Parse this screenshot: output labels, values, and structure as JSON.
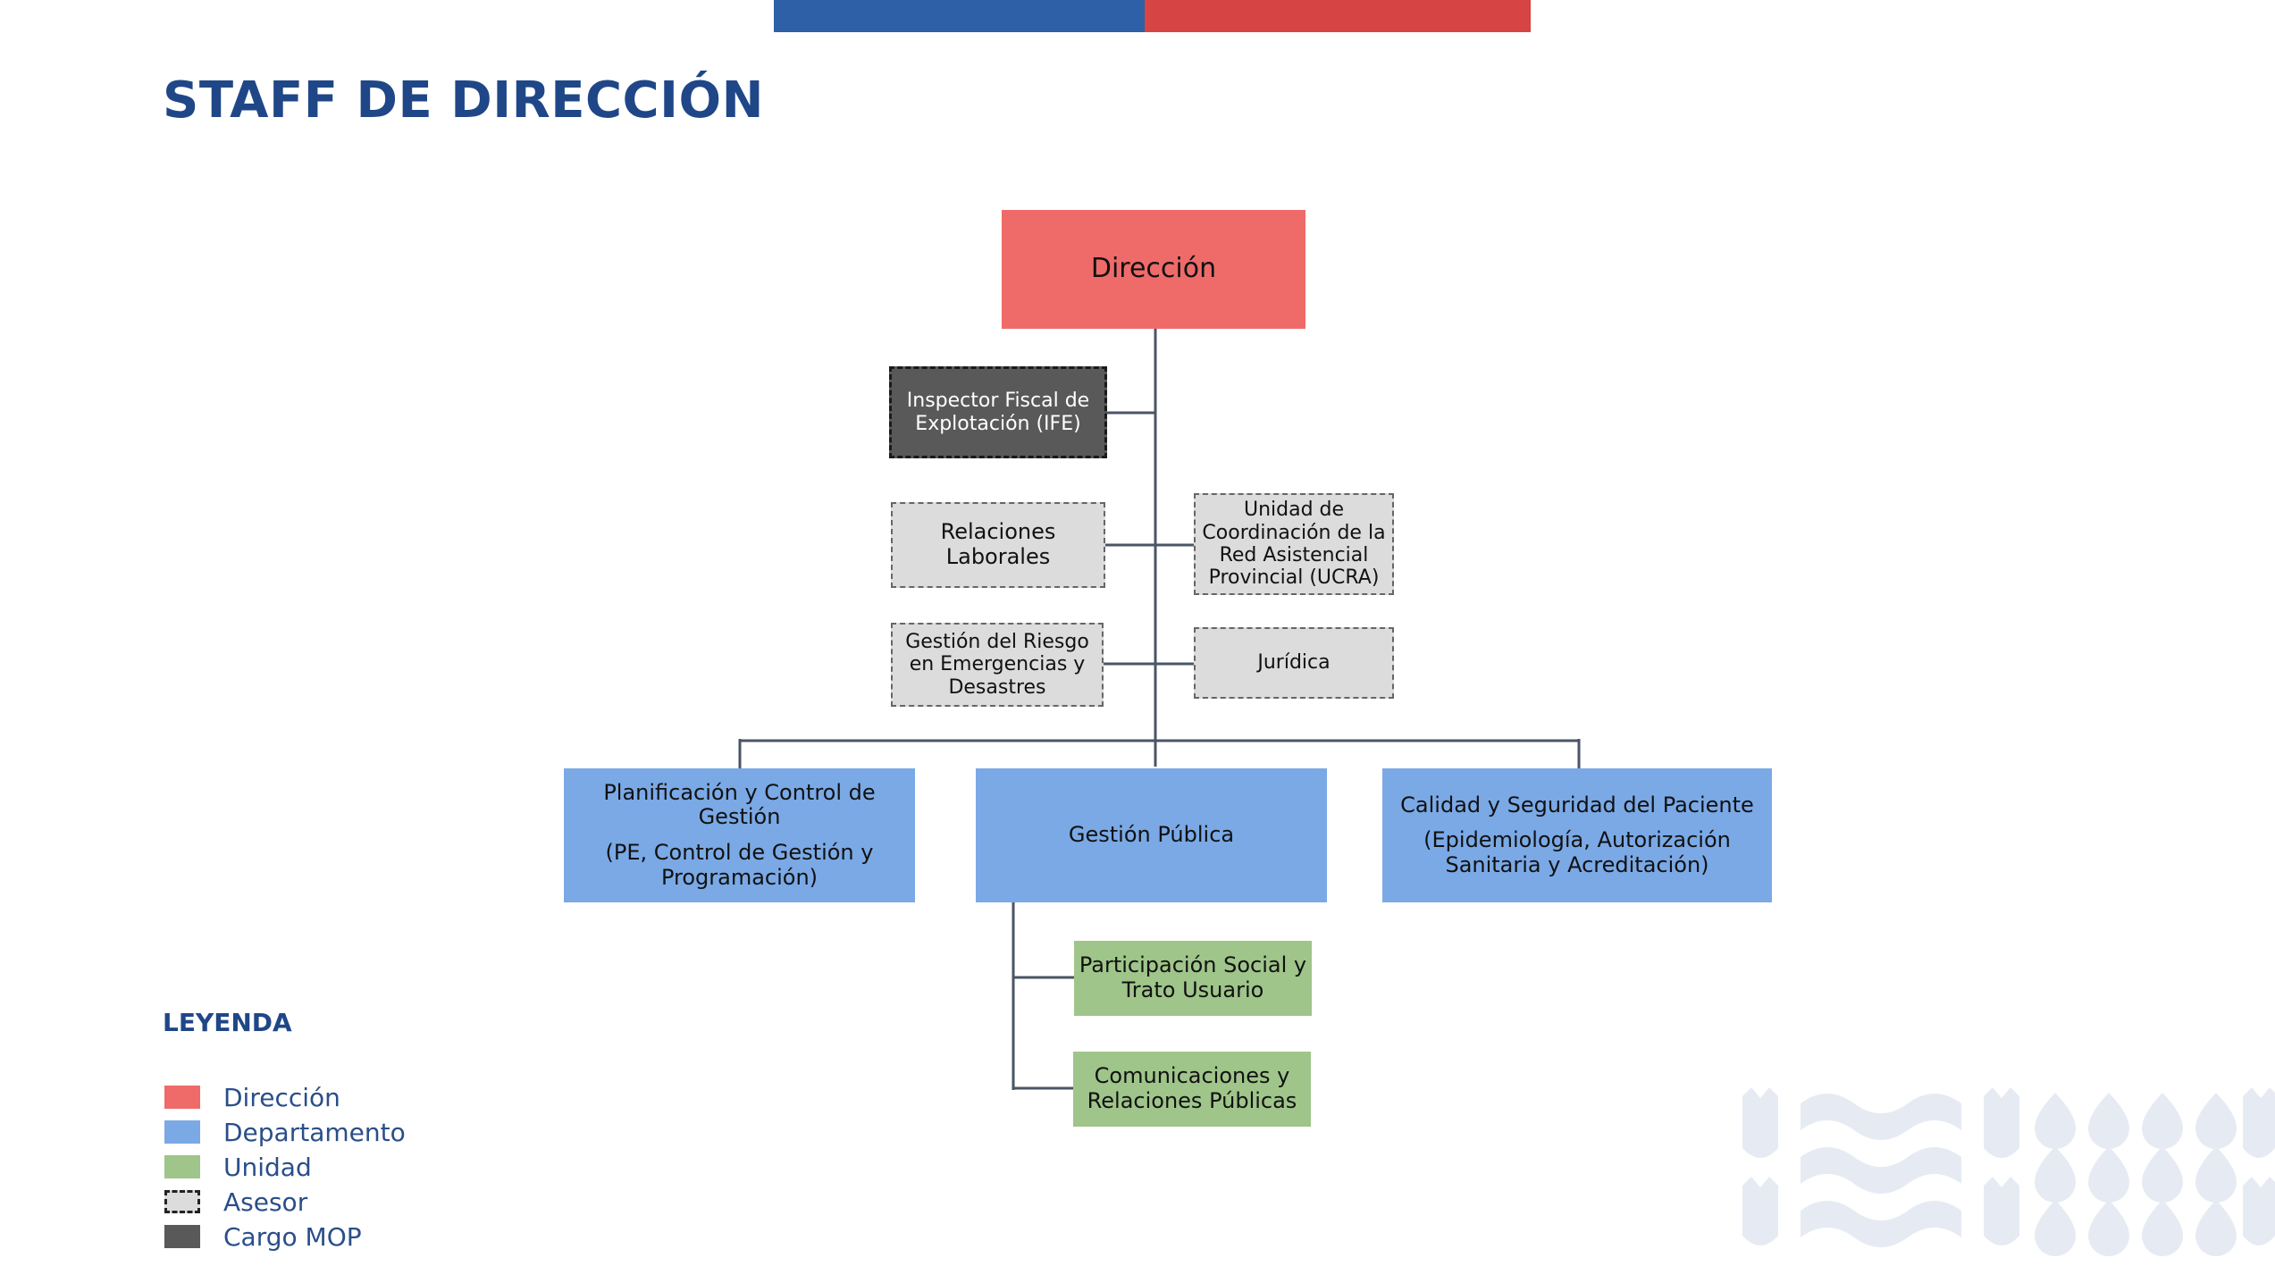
{
  "page": {
    "title": "STAFF DE DIRECCIÓN"
  },
  "org": {
    "direccion": "Dirección",
    "cargo_mop": {
      "lines": [
        "Inspector Fiscal de",
        "Explotación (IFE)"
      ]
    },
    "relaciones_laborales": {
      "lines": [
        "Relaciones",
        "Laborales"
      ]
    },
    "ucra": {
      "lines": [
        "Unidad de",
        "Coordinación de la",
        "Red Asistencial",
        "Provincial (UCRA)"
      ]
    },
    "gestion_riesgo": {
      "lines": [
        "Gestión del Riesgo",
        "en Emergencias y",
        "Desastres"
      ]
    },
    "juridica": "Jurídica",
    "planificacion": {
      "lines": [
        "Planificación y Control de",
        "Gestión"
      ],
      "sub_lines": [
        "(PE, Control de Gestión y",
        "Programación)"
      ]
    },
    "gestion_publica": "Gestión Pública",
    "calidad": {
      "lines": [
        "Calidad y Seguridad del Paciente"
      ],
      "sub_lines": [
        "(Epidemiología, Autorización",
        "Sanitaria y Acreditación)"
      ]
    },
    "participacion": {
      "lines": [
        "Participación Social y",
        "Trato Usuario"
      ]
    },
    "comunicaciones": {
      "lines": [
        "Comunicaciones y",
        "Relaciones Públicas"
      ]
    }
  },
  "legend": {
    "title": "LEYENDA",
    "items": [
      {
        "label": "Dirección"
      },
      {
        "label": "Departamento"
      },
      {
        "label": "Unidad"
      },
      {
        "label": "Asesor"
      },
      {
        "label": "Cargo MOP"
      }
    ]
  },
  "colors": {
    "direccion": "#ee6b69",
    "departamento": "#7aa9e6",
    "unidad": "#9fc58a",
    "asesor": "#dcdcdc",
    "cargo_mop": "#595959",
    "title": "#1f4788",
    "flag_blue": "#2d60a6",
    "flag_red": "#d64444"
  }
}
